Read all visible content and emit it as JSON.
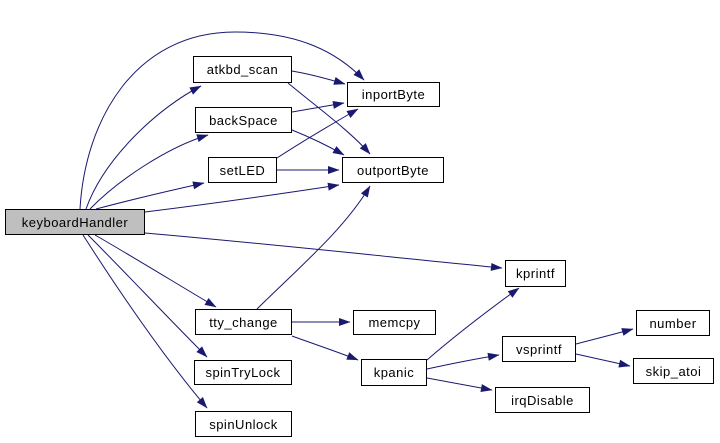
{
  "diagram": {
    "kind": "function-call-graph",
    "background": "#ffffff",
    "colors": {
      "edge": "#191970",
      "node_border": "#000000",
      "node_fill": "#ffffff",
      "focus_node_fill": "#bfbfbf",
      "text": "#000000"
    },
    "focus_node": "keyboardHandler",
    "nodes": [
      {
        "id": "keyboardHandler",
        "label": "keyboardHandler",
        "focus": true
      },
      {
        "id": "atkbd_scan",
        "label": "atkbd_scan",
        "focus": false
      },
      {
        "id": "backSpace",
        "label": "backSpace",
        "focus": false
      },
      {
        "id": "setLED",
        "label": "setLED",
        "focus": false
      },
      {
        "id": "inportByte",
        "label": "inportByte",
        "focus": false
      },
      {
        "id": "outportByte",
        "label": "outportByte",
        "focus": false
      },
      {
        "id": "kprintf",
        "label": "kprintf",
        "focus": false
      },
      {
        "id": "tty_change",
        "label": "tty_change",
        "focus": false
      },
      {
        "id": "memcpy",
        "label": "memcpy",
        "focus": false
      },
      {
        "id": "spinTryLock",
        "label": "spinTryLock",
        "focus": false
      },
      {
        "id": "spinUnlock",
        "label": "spinUnlock",
        "focus": false
      },
      {
        "id": "kpanic",
        "label": "kpanic",
        "focus": false
      },
      {
        "id": "vsprintf",
        "label": "vsprintf",
        "focus": false
      },
      {
        "id": "irqDisable",
        "label": "irqDisable",
        "focus": false
      },
      {
        "id": "number",
        "label": "number",
        "focus": false
      },
      {
        "id": "skip_atoi",
        "label": "skip_atoi",
        "focus": false
      }
    ],
    "edges": [
      {
        "from": "keyboardHandler",
        "to": "atkbd_scan"
      },
      {
        "from": "keyboardHandler",
        "to": "backSpace"
      },
      {
        "from": "keyboardHandler",
        "to": "setLED"
      },
      {
        "from": "keyboardHandler",
        "to": "inportByte"
      },
      {
        "from": "keyboardHandler",
        "to": "outportByte"
      },
      {
        "from": "keyboardHandler",
        "to": "kprintf"
      },
      {
        "from": "keyboardHandler",
        "to": "tty_change"
      },
      {
        "from": "keyboardHandler",
        "to": "spinTryLock"
      },
      {
        "from": "keyboardHandler",
        "to": "spinUnlock"
      },
      {
        "from": "atkbd_scan",
        "to": "inportByte"
      },
      {
        "from": "atkbd_scan",
        "to": "outportByte"
      },
      {
        "from": "backSpace",
        "to": "inportByte"
      },
      {
        "from": "backSpace",
        "to": "outportByte"
      },
      {
        "from": "setLED",
        "to": "inportByte"
      },
      {
        "from": "setLED",
        "to": "outportByte"
      },
      {
        "from": "tty_change",
        "to": "memcpy"
      },
      {
        "from": "tty_change",
        "to": "kpanic"
      },
      {
        "from": "tty_change",
        "to": "outportByte"
      },
      {
        "from": "kpanic",
        "to": "kprintf"
      },
      {
        "from": "kpanic",
        "to": "vsprintf"
      },
      {
        "from": "kpanic",
        "to": "irqDisable"
      },
      {
        "from": "vsprintf",
        "to": "number"
      },
      {
        "from": "vsprintf",
        "to": "skip_atoi"
      }
    ]
  }
}
